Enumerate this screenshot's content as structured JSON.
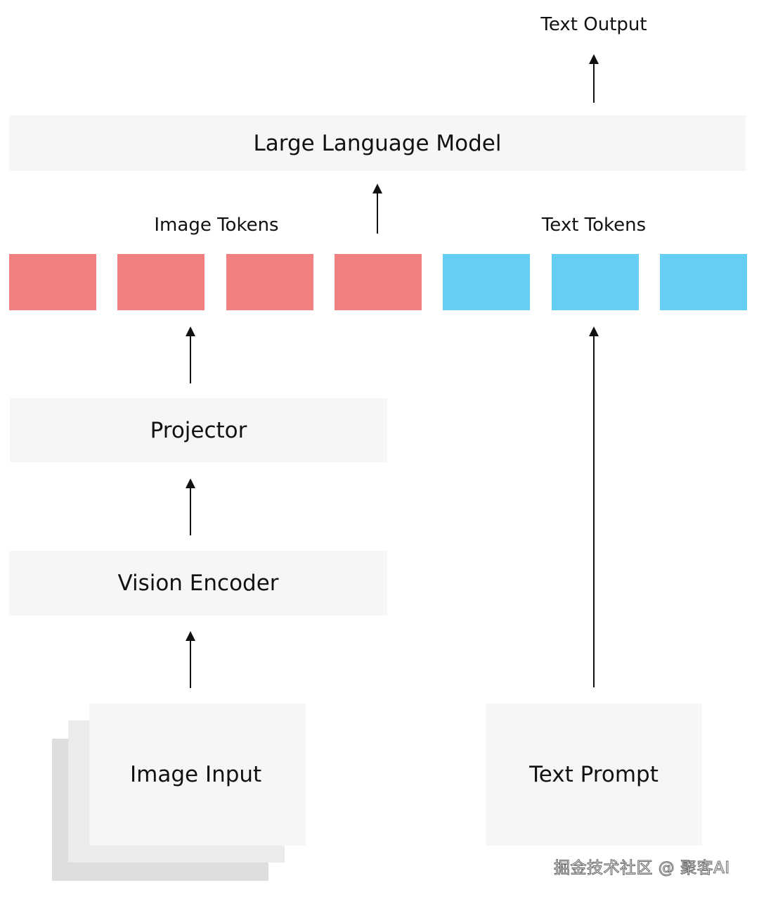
{
  "labels": {
    "text_output": "Text Output",
    "large_language_model": "Large Language Model",
    "image_tokens": "Image Tokens",
    "text_tokens": "Text Tokens",
    "projector": "Projector",
    "vision_encoder": "Vision Encoder",
    "image_input": "Image Input",
    "text_prompt": "Text Prompt"
  },
  "tokens": {
    "image_count": 4,
    "text_count": 3,
    "image_color": "#f28080",
    "text_color": "#64cff2"
  },
  "colors": {
    "box_fill": "#f6f6f6",
    "stack_mid": "#ebebeb",
    "stack_back": "#dedede",
    "arrow": "#111111"
  },
  "watermark": "掘金技术社区 @ 聚客AI"
}
